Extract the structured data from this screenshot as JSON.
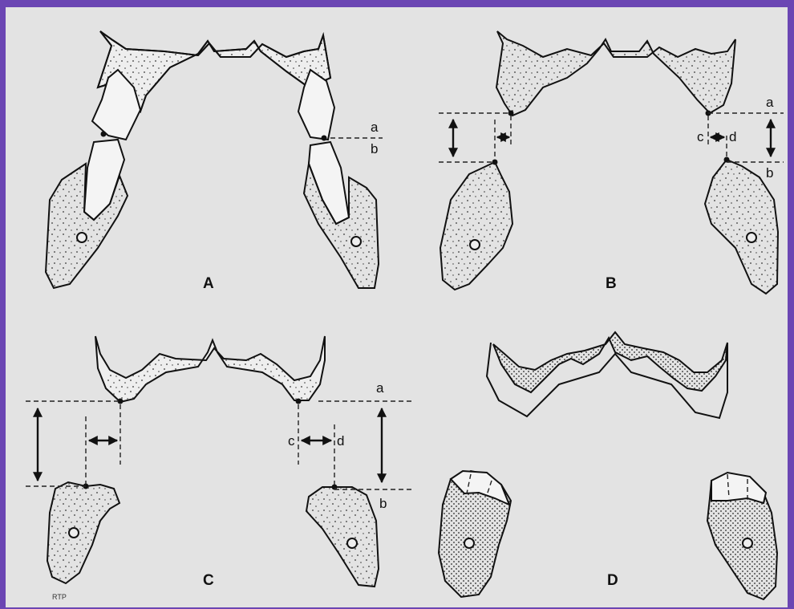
{
  "panels": {
    "A": {
      "label": "A",
      "marks": {
        "a": "a",
        "b": "b"
      }
    },
    "B": {
      "label": "B",
      "marks": {
        "a": "a",
        "b": "b",
        "c": "c",
        "d": "d"
      }
    },
    "C": {
      "label": "C",
      "marks": {
        "a": "a",
        "b": "b",
        "c": "c",
        "d": "d"
      }
    },
    "D": {
      "label": "D"
    }
  },
  "signature": "RTP",
  "colors": {
    "border": "#6b46b3",
    "background": "#e3e3e3",
    "ink": "#111111"
  }
}
